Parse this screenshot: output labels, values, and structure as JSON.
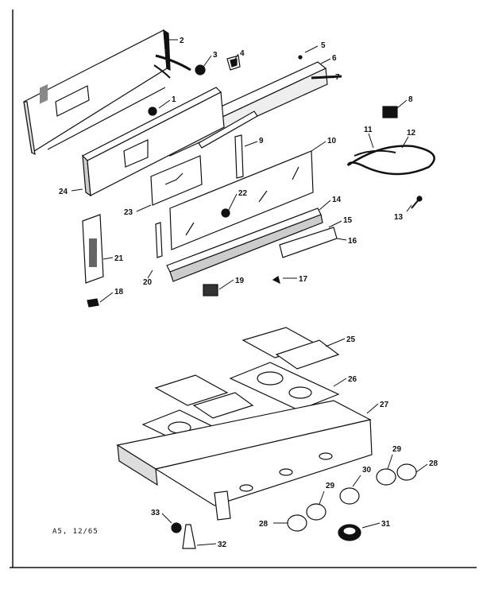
{
  "caption": "A5, 12/65",
  "callouts": [
    "2",
    "3",
    "4",
    "5",
    "6",
    "7",
    "1",
    "8",
    "9",
    "10",
    "11",
    "12",
    "13",
    "24",
    "22",
    "23",
    "14",
    "15",
    "16",
    "21",
    "20",
    "17",
    "19",
    "18",
    "25",
    "26",
    "27",
    "29",
    "28",
    "30",
    "29",
    "28",
    "31",
    "33",
    "32"
  ]
}
